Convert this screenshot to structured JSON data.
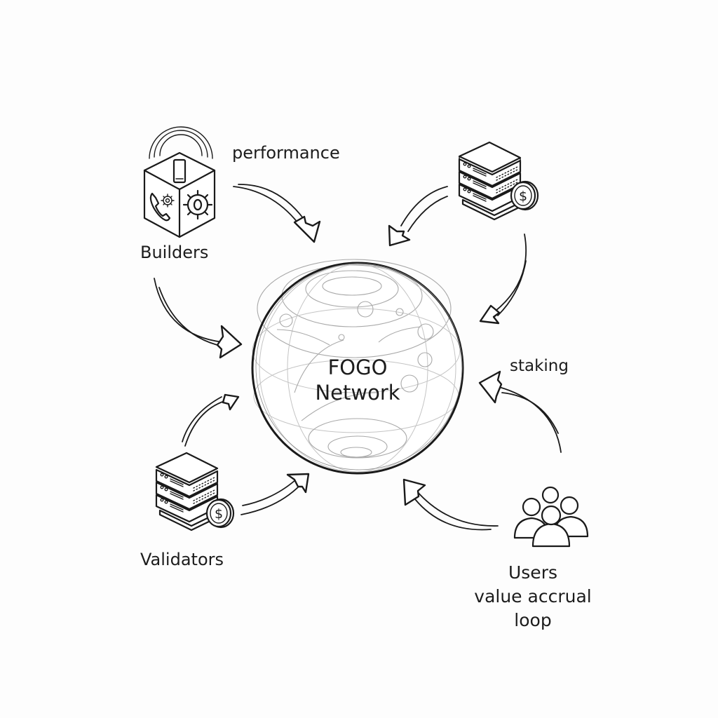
{
  "diagram": {
    "type": "flywheel",
    "center": {
      "line1": "FOGO",
      "line2": "Network",
      "icon": "globe-icon"
    },
    "nodes": [
      {
        "id": "builders",
        "label": "Builders",
        "icon": "app-cube-icon"
      },
      {
        "id": "node-operators",
        "label": "",
        "icon": "server-coin-icon"
      },
      {
        "id": "validators",
        "label": "Validators",
        "icon": "server-coin-icon"
      },
      {
        "id": "users",
        "label": "Users",
        "sublabel_line1": "value accrual",
        "sublabel_line2": "loop",
        "icon": "users-group-icon"
      }
    ],
    "edge_labels": {
      "performance": "performance",
      "staking": "staking"
    },
    "colors": {
      "stroke": "#1a1a1a",
      "globe_lines": "#a8a8a8",
      "background": "#fdfdfd"
    }
  }
}
